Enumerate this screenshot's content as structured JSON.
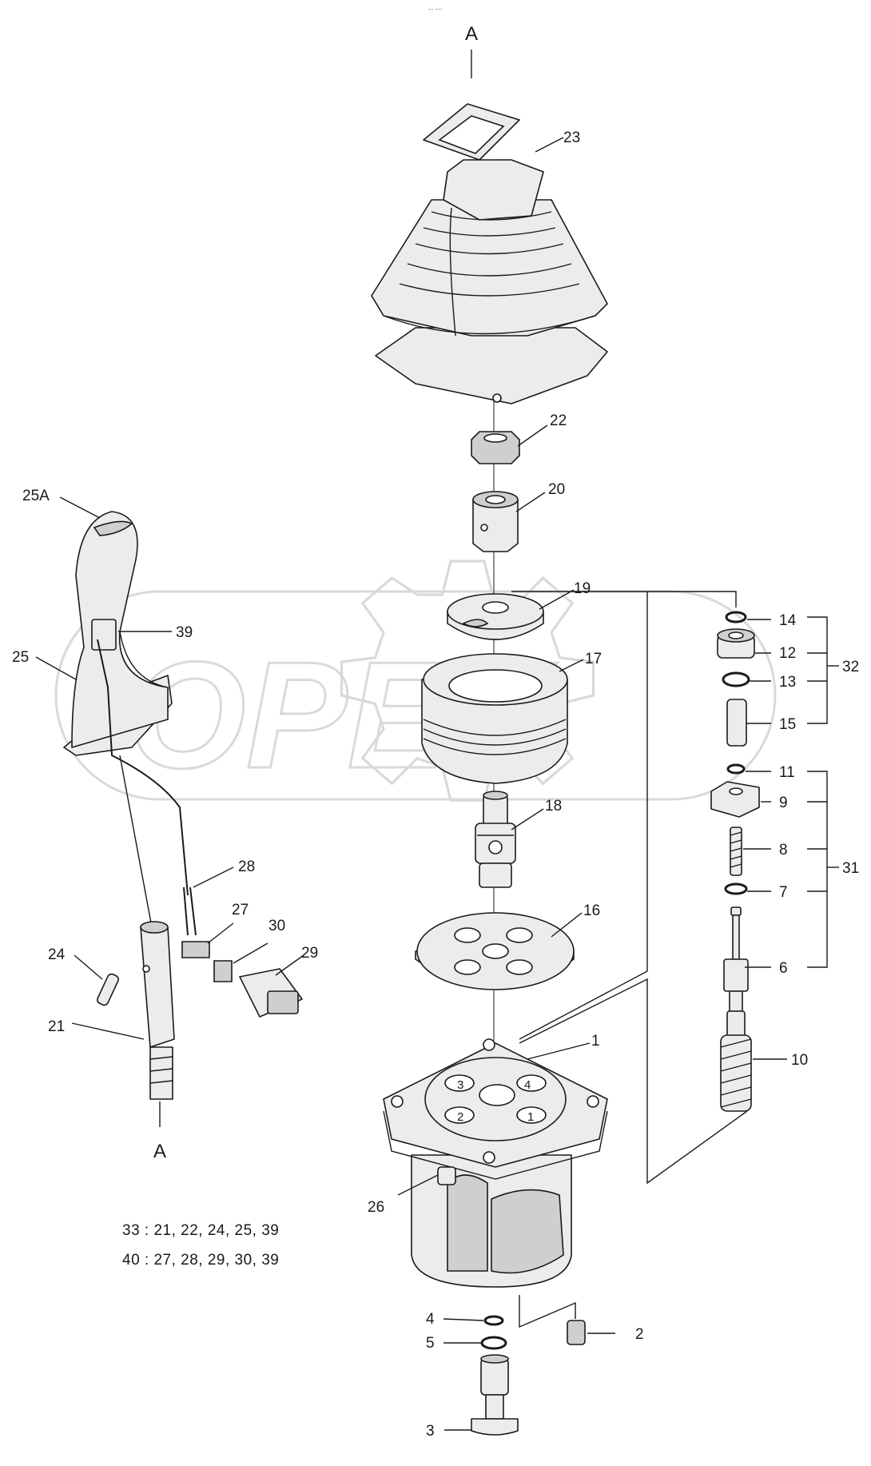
{
  "diagram": {
    "top_mark": "·· ···",
    "axis_label_top": "A",
    "axis_label_bottom": "A",
    "watermark": "OPEX",
    "callouts": {
      "p1": "1",
      "p2": "2",
      "p3": "3",
      "p4": "4",
      "p5": "5",
      "p6": "6",
      "p7": "7",
      "p8": "8",
      "p9": "9",
      "p10": "10",
      "p11": "11",
      "p12": "12",
      "p13": "13",
      "p14": "14",
      "p15": "15",
      "p16": "16",
      "p17": "17",
      "p18": "18",
      "p19": "19",
      "p20": "20",
      "p21": "21",
      "p22": "22",
      "p23": "23",
      "p24": "24",
      "p25": "25",
      "p25a": "25A",
      "p26": "26",
      "p27": "27",
      "p28": "28",
      "p29": "29",
      "p30": "30",
      "p31": "31",
      "p32": "32",
      "p39": "39"
    },
    "port_numbers": {
      "port1": "1",
      "port2": "2",
      "port3": "3",
      "port4": "4"
    },
    "kit_notes": {
      "kit33": "33 : 21, 22, 24, 25, 39",
      "kit40": "40 : 27, 28, 29, 30, 39"
    }
  }
}
